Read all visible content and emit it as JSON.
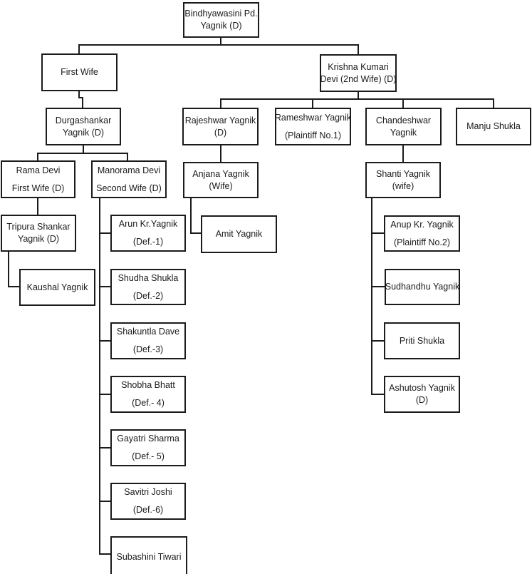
{
  "diagram": {
    "type": "family-tree-flowchart",
    "colors": {
      "background": "#ffffff",
      "line": "#1b1b1b",
      "text": "#1a1a1a"
    },
    "nodes": {
      "bindhyawasini": {
        "line1": "Bindhyawasini Pd.",
        "line2": "Yagnik (D)"
      },
      "first_wife": {
        "line1": "First Wife"
      },
      "krishna_kumari": {
        "line1": "Krishna Kumari",
        "line2": "Devi (2nd Wife) (D)"
      },
      "durgashankar": {
        "line1": "Durgashankar",
        "line2": "Yagnik (D)"
      },
      "rajeshwar": {
        "line1": "Rajeshwar Yagnik",
        "line2": "(D)"
      },
      "rameshwar": {
        "line1": "Rameshwar Yagnik",
        "line2": "(Plaintiff No.1)"
      },
      "chandeshwar": {
        "line1": "Chandeshwar",
        "line2": "Yagnik"
      },
      "manju": {
        "line1": "Manju Shukla"
      },
      "rama_devi": {
        "line1": "Rama Devi",
        "line2": "First Wife (D)"
      },
      "manorama": {
        "line1": "Manorama Devi",
        "line2": "Second Wife (D)"
      },
      "anjana": {
        "line1": "Anjana Yagnik",
        "line2": "(Wife)"
      },
      "shanti": {
        "line1": "Shanti Yagnik",
        "line2": "(wife)"
      },
      "tripura": {
        "line1": "Tripura Shankar",
        "line2": "Yagnik (D)"
      },
      "arun": {
        "line1": "Arun Kr.Yagnik",
        "line2": "(Def.-1)"
      },
      "amit": {
        "line1": "Amit Yagnik"
      },
      "anup": {
        "line1": "Anup Kr. Yagnik",
        "line2": "(Plaintiff No.2)"
      },
      "kaushal": {
        "line1": "Kaushal Yagnik"
      },
      "shudha": {
        "line1": "Shudha Shukla",
        "line2": "(Def.-2)"
      },
      "sudhandhu": {
        "line1": "Sudhandhu Yagnik"
      },
      "shakuntla": {
        "line1": "Shakuntla Dave",
        "line2": "(Def.-3)"
      },
      "priti": {
        "line1": "Priti Shukla"
      },
      "shobha": {
        "line1": "Shobha Bhatt",
        "line2": "(Def.- 4)"
      },
      "ashutosh": {
        "line1": "Ashutosh Yagnik",
        "line2": "(D)"
      },
      "gayatri": {
        "line1": "Gayatri Sharma",
        "line2": "(Def.- 5)"
      },
      "savitri": {
        "line1": "Savitri Joshi",
        "line2": "(Def.-6)"
      },
      "subashini": {
        "line1": "Subashini Tiwari"
      }
    }
  }
}
